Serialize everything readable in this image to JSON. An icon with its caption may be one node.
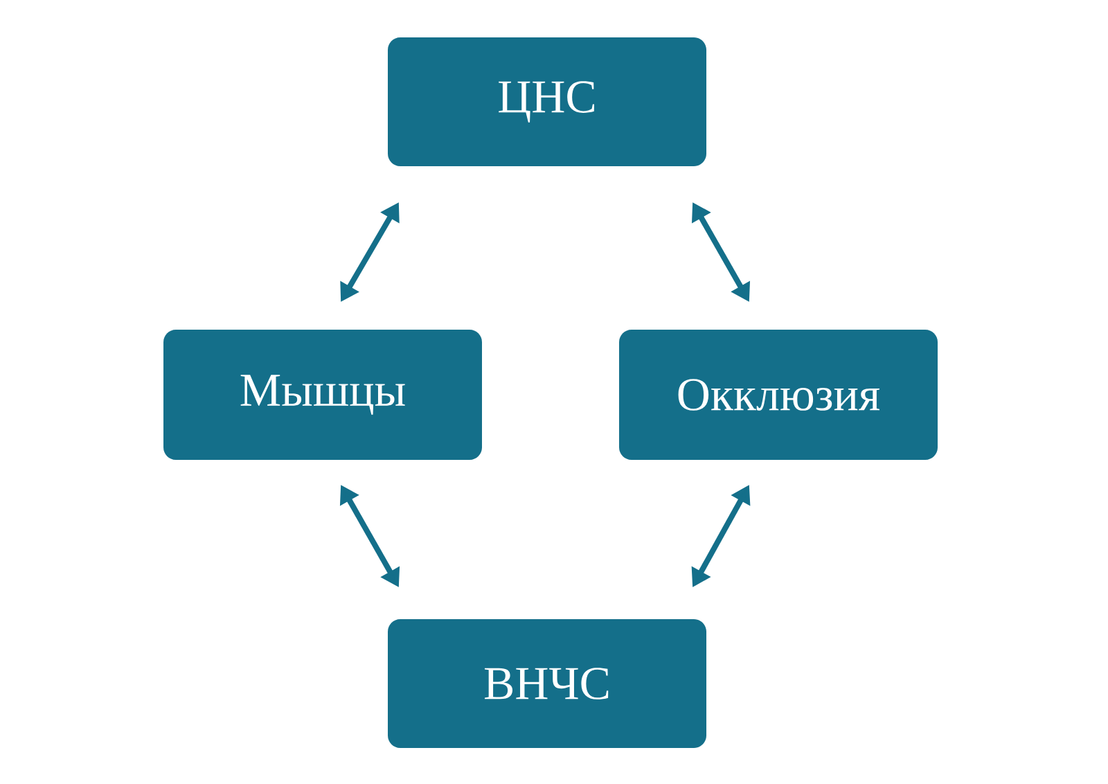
{
  "diagram": {
    "nodes": [
      {
        "text": [
          "ЦНС"
        ]
      },
      {
        "text": [
          "Мышцы"
        ]
      },
      {
        "text": [
          "Окклюзия"
        ]
      },
      {
        "text": [
          "ВНЧС"
        ]
      }
    ],
    "edges": [
      {
        "from": 0,
        "to": 1,
        "arrow": "both"
      },
      {
        "from": 0,
        "to": 2,
        "arrow": "both"
      },
      {
        "from": 1,
        "to": 3,
        "arrow": "both"
      },
      {
        "from": 2,
        "to": 3,
        "arrow": "both"
      }
    ]
  }
}
